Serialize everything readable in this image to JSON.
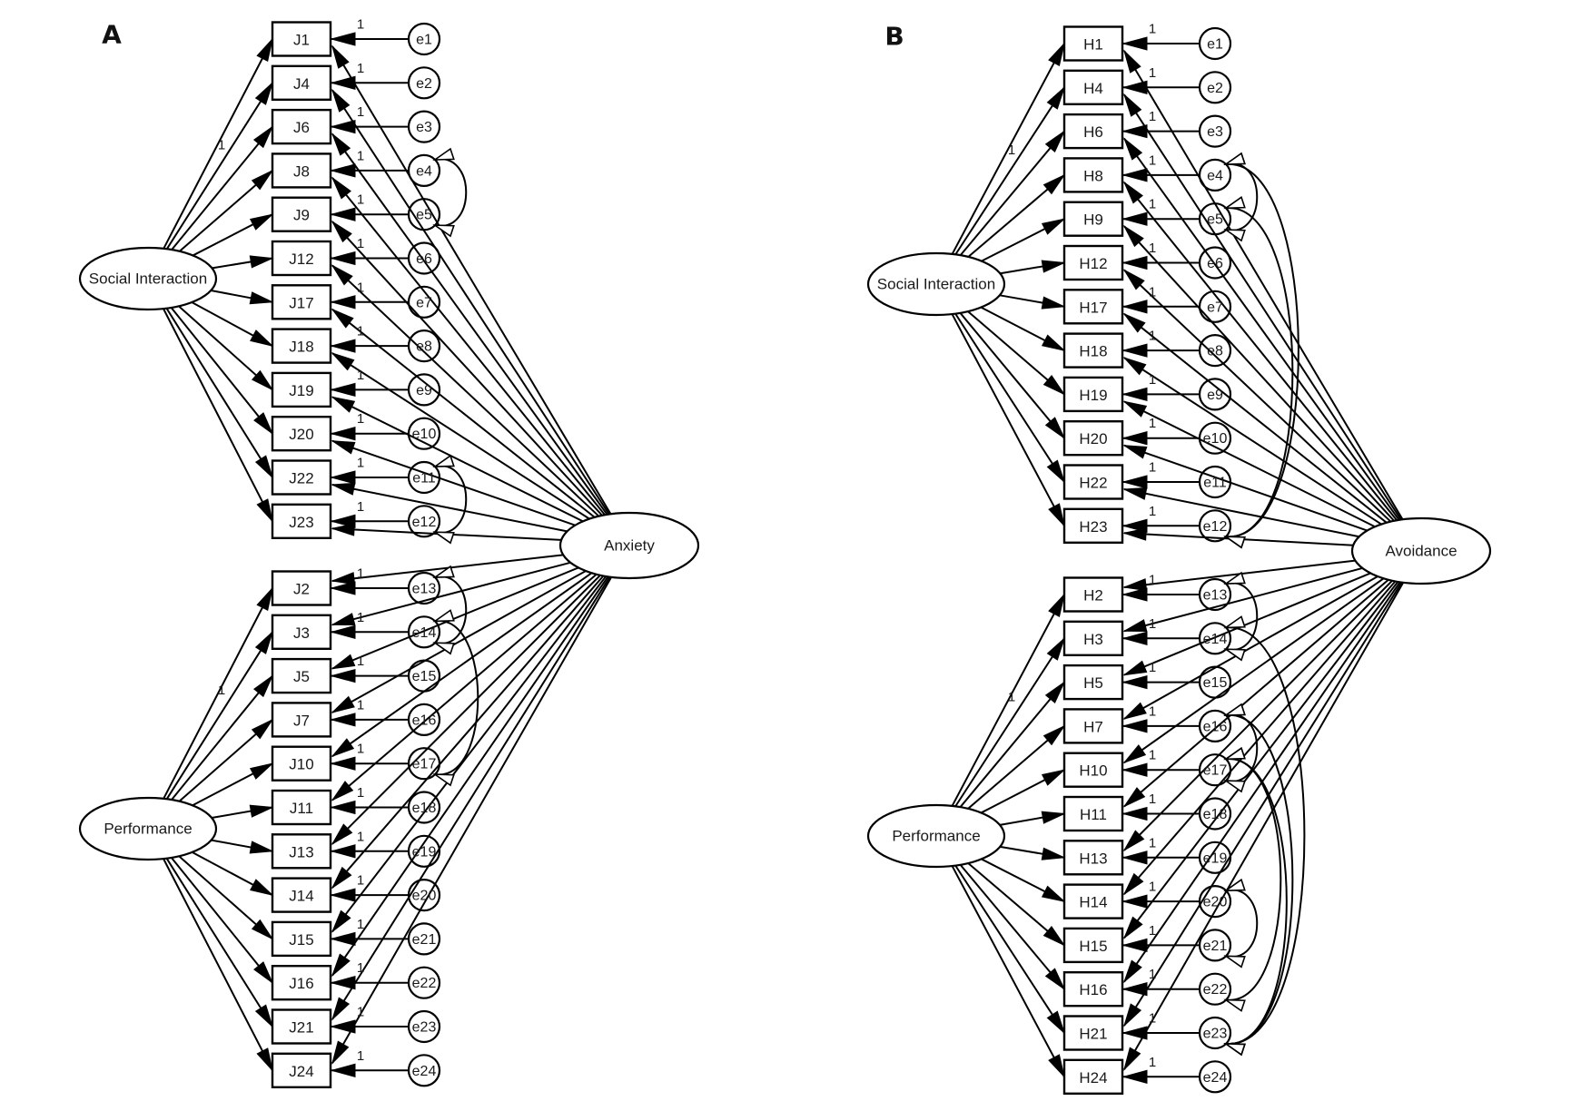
{
  "panels": [
    {
      "letter": "A",
      "general_factor": "Anxiety",
      "factors": [
        {
          "name": "Social Interaction",
          "loading_fixed_label": "1",
          "indicators": [
            "J1",
            "J4",
            "J6",
            "J8",
            "J9",
            "J12",
            "J17",
            "J18",
            "J19",
            "J20",
            "J22",
            "J23"
          ]
        },
        {
          "name": "Performance",
          "loading_fixed_label": "1",
          "indicators": [
            "J2",
            "J3",
            "J5",
            "J7",
            "J10",
            "J11",
            "J13",
            "J14",
            "J15",
            "J16",
            "J21",
            "J24"
          ]
        }
      ],
      "errors": [
        "e1",
        "e2",
        "e3",
        "e4",
        "e5",
        "e6",
        "e7",
        "e8",
        "e9",
        "e10",
        "e11",
        "e12",
        "e13",
        "e14",
        "e15",
        "e16",
        "e17",
        "e18",
        "e19",
        "e20",
        "e21",
        "e22",
        "e23",
        "e24"
      ],
      "error_path_label": "1",
      "covariances": [
        [
          "e4",
          "e5"
        ],
        [
          "e11",
          "e12"
        ],
        [
          "e13",
          "e14"
        ],
        [
          "e14",
          "e17"
        ]
      ]
    },
    {
      "letter": "B",
      "general_factor": "Avoidance",
      "factors": [
        {
          "name": "Social Interaction",
          "loading_fixed_label": "1",
          "indicators": [
            "H1",
            "H4",
            "H6",
            "H8",
            "H9",
            "H12",
            "H17",
            "H18",
            "H19",
            "H20",
            "H22",
            "H23"
          ]
        },
        {
          "name": "Performance",
          "loading_fixed_label": "1",
          "indicators": [
            "H2",
            "H3",
            "H5",
            "H7",
            "H10",
            "H11",
            "H13",
            "H14",
            "H15",
            "H16",
            "H21",
            "H24"
          ]
        }
      ],
      "errors": [
        "e1",
        "e2",
        "e3",
        "e4",
        "e5",
        "e6",
        "e7",
        "e8",
        "e9",
        "e10",
        "e11",
        "e12",
        "e13",
        "e14",
        "e15",
        "e16",
        "e17",
        "e18",
        "e19",
        "e20",
        "e21",
        "e22",
        "e23",
        "e24"
      ],
      "error_path_label": "1",
      "covariances": [
        [
          "e4",
          "e5"
        ],
        [
          "e4",
          "e12"
        ],
        [
          "e5",
          "e12"
        ],
        [
          "e13",
          "e14"
        ],
        [
          "e14",
          "e23"
        ],
        [
          "e16",
          "e17"
        ],
        [
          "e17",
          "e22"
        ],
        [
          "e17",
          "e23"
        ],
        [
          "e20",
          "e21"
        ],
        [
          "e16",
          "e23"
        ]
      ]
    }
  ]
}
